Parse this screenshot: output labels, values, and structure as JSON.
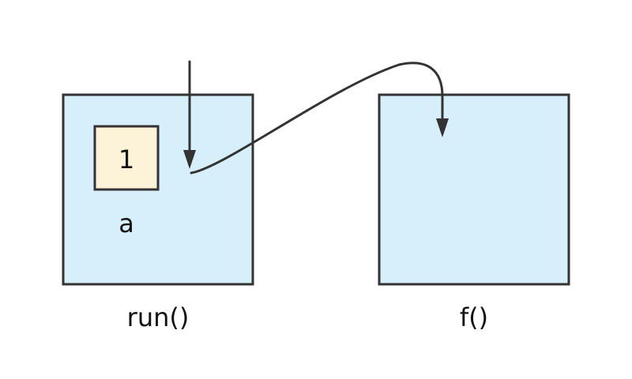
{
  "frames": [
    {
      "name": "run()",
      "variables": [
        {
          "name": "a",
          "value": "1"
        }
      ]
    },
    {
      "name": "f()",
      "variables": []
    }
  ],
  "colors": {
    "frame_fill": "#d6effb",
    "value_fill": "#fdf3d8",
    "stroke": "#333333",
    "text": "#111111"
  }
}
